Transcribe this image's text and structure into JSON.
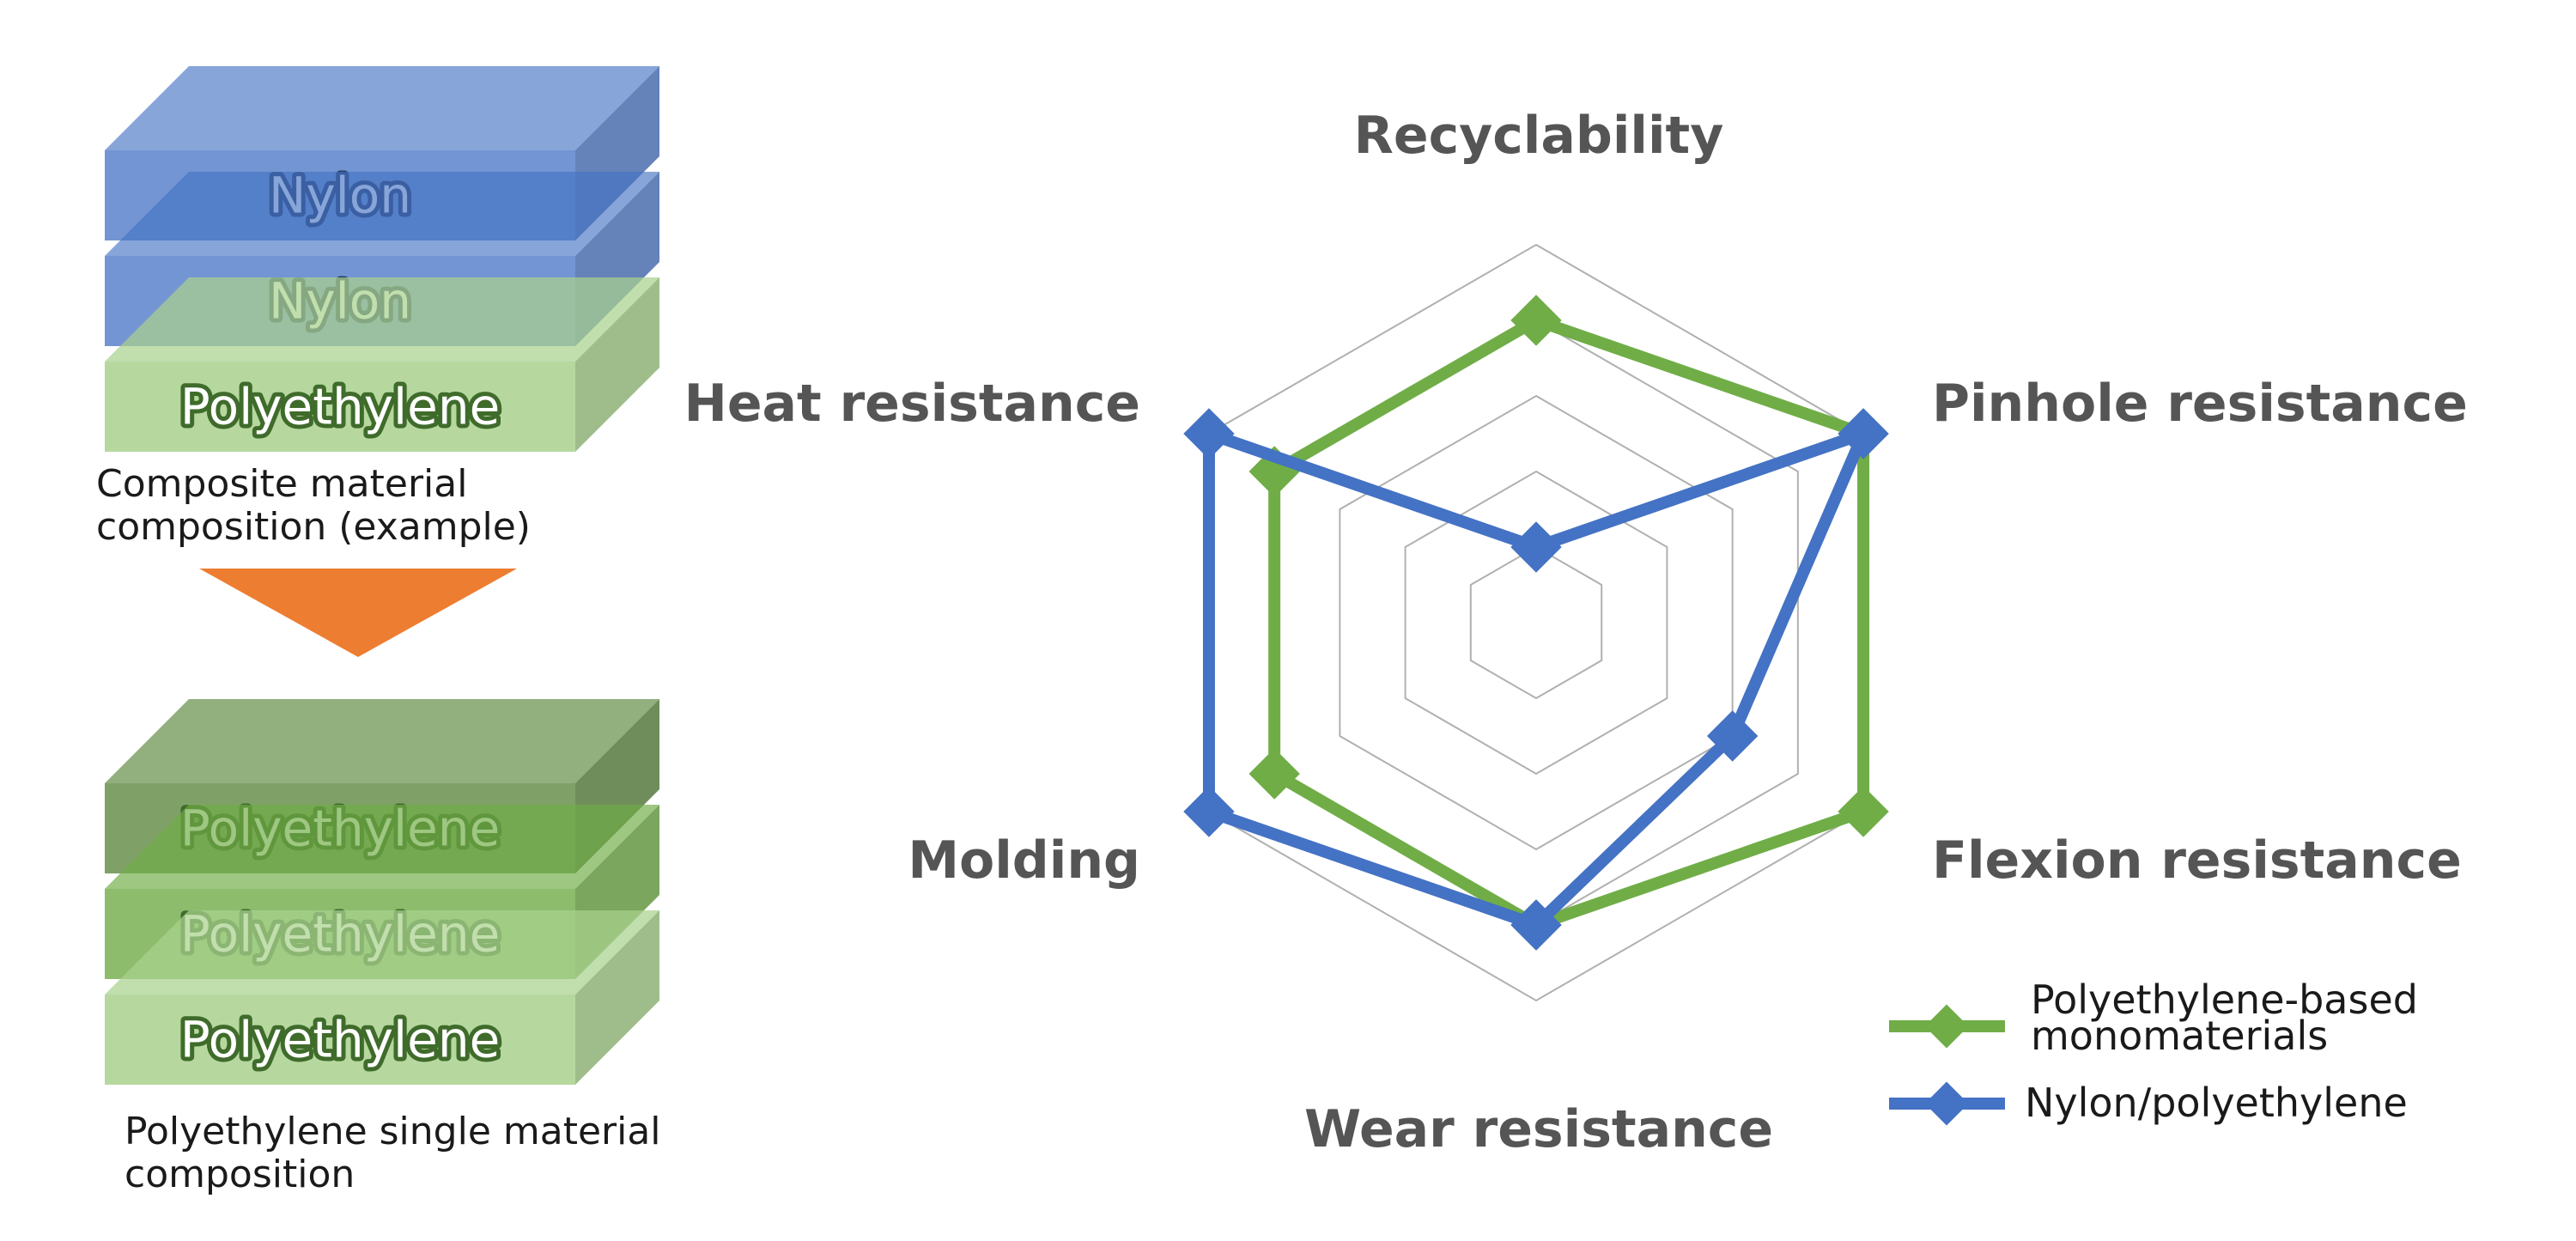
{
  "composite": {
    "layers": [
      "Nylon",
      "Nylon",
      "Polyethylene"
    ],
    "caption_line1": "Composite material",
    "caption_line2": "composition (example)"
  },
  "single": {
    "layers": [
      "Polyethylene",
      "Polyethylene",
      "Polyethylene"
    ],
    "caption_line1": "Polyethylene single material",
    "caption_line2": "composition"
  },
  "colors": {
    "nylon": "#4472c4",
    "polyethylene_light": "#a9d18e",
    "polyethylene_mid": "#70ad47",
    "polyethylene_dark": "#548235",
    "arrow": "#ed7d31",
    "series_pe": "#70ad47",
    "series_nylon": "#4472c4",
    "grid": "#b0b0b0"
  },
  "chart_data": {
    "type": "radar",
    "axes": [
      "Recyclability",
      "Pinhole resistance",
      "Flexion resistance",
      "Wear resistance",
      "Molding",
      "Heat resistance"
    ],
    "rlim": [
      0,
      5
    ],
    "grid_levels": 5,
    "series": [
      {
        "name": "Polyethylene-based monomaterials",
        "name_line1": "Polyethylene-based",
        "name_line2": "monomaterials",
        "values": [
          4,
          5,
          5,
          4,
          4,
          4
        ]
      },
      {
        "name": "Nylon/polyethylene",
        "values": [
          1,
          5,
          3,
          4,
          5,
          5
        ]
      }
    ],
    "legend_position": "bottom-right",
    "grid": true
  }
}
